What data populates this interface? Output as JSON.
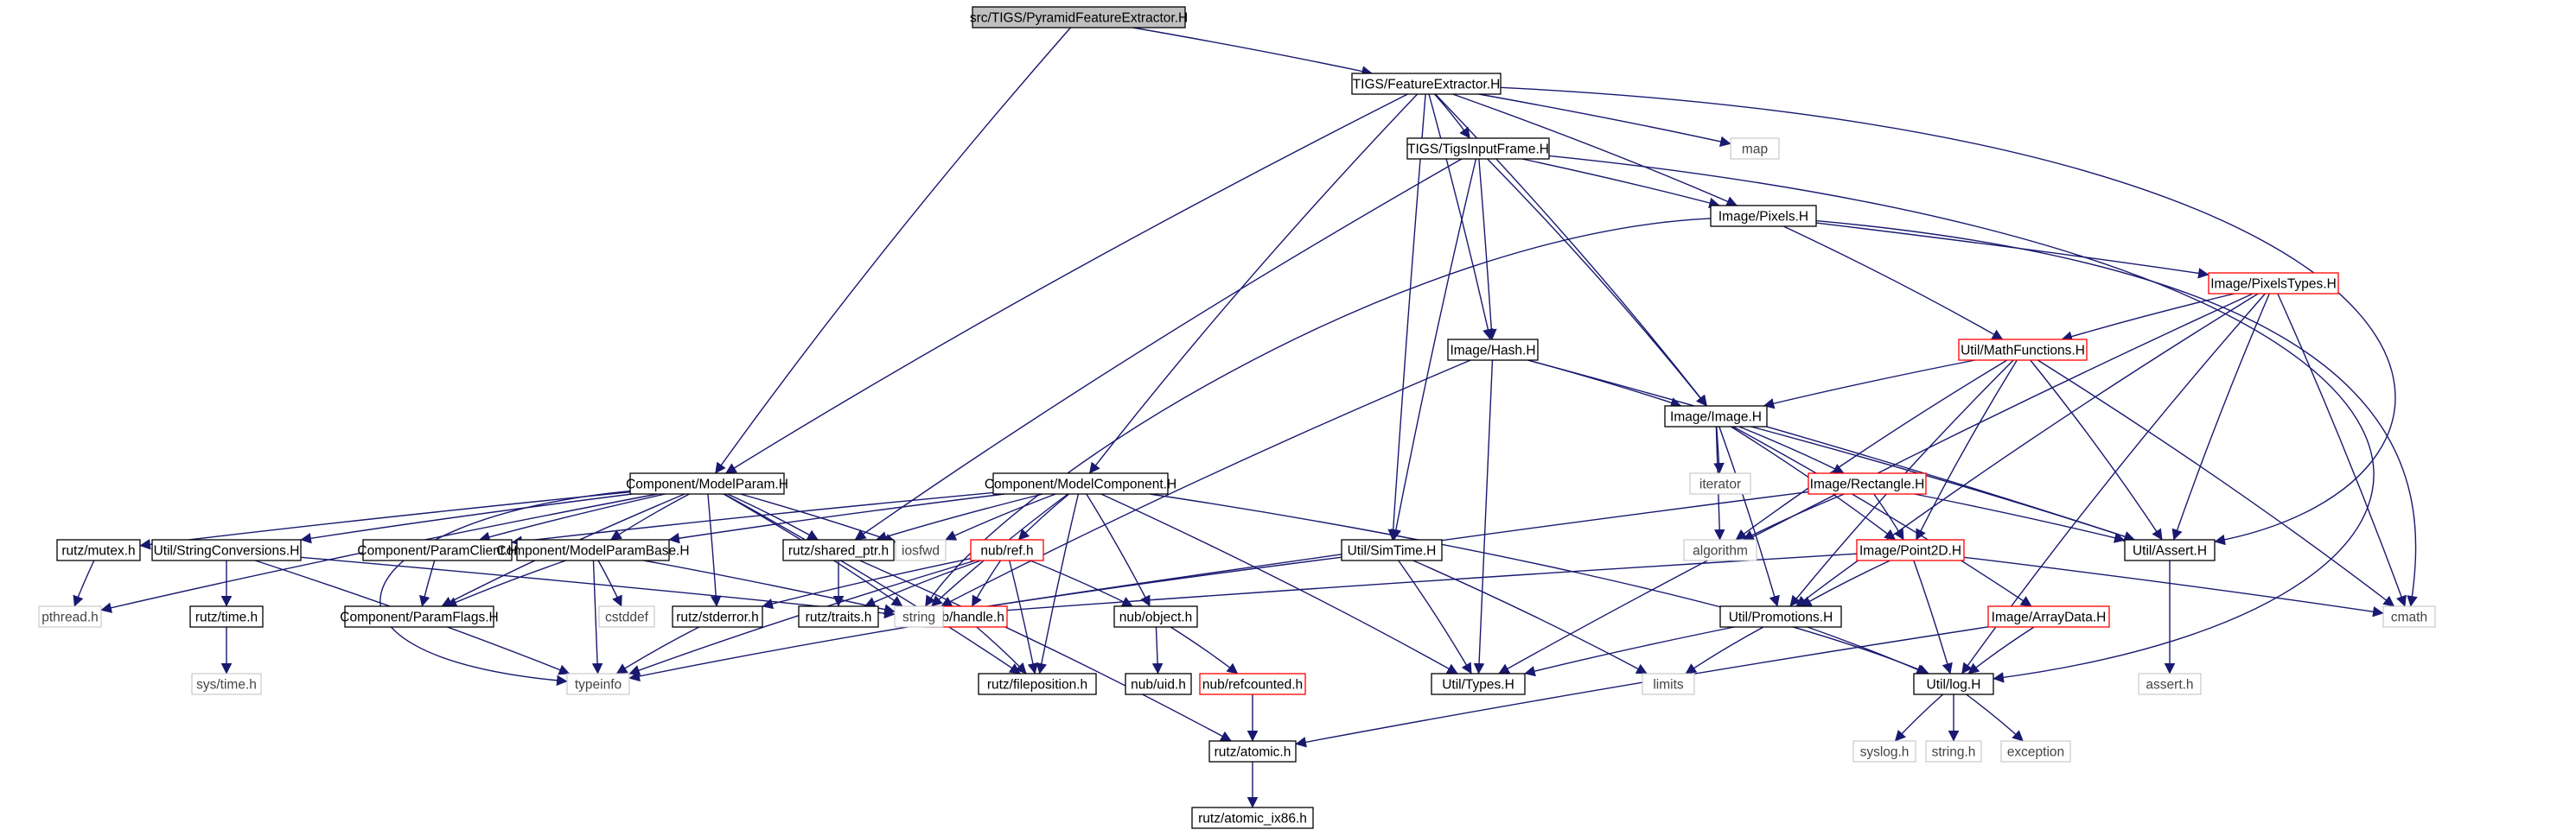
{
  "diagram": {
    "colors": {
      "edge": "#191970",
      "root_fill": "#bfbfbf",
      "node_border": "#000000",
      "truncated_border": "#ff0000",
      "external_border": "#bfbfbf",
      "background": "#ffffff"
    },
    "nodes": [
      {
        "id": "root",
        "label": "src/TIGS/PyramidFeatureExtractor.H",
        "style": "root"
      },
      {
        "id": "fe",
        "label": "TIGS/FeatureExtractor.H",
        "style": "normal"
      },
      {
        "id": "map",
        "label": "map",
        "style": "external"
      },
      {
        "id": "tif",
        "label": "TIGS/TigsInputFrame.H",
        "style": "normal"
      },
      {
        "id": "pixels",
        "label": "Image/Pixels.H",
        "style": "normal"
      },
      {
        "id": "pixtypes",
        "label": "Image/PixelsTypes.H",
        "style": "truncated"
      },
      {
        "id": "mathfn",
        "label": "Util/MathFunctions.H",
        "style": "truncated"
      },
      {
        "id": "hash",
        "label": "Image/Hash.H",
        "style": "normal"
      },
      {
        "id": "image",
        "label": "Image/Image.H",
        "style": "normal"
      },
      {
        "id": "modelparam",
        "label": "Component/ModelParam.H",
        "style": "normal"
      },
      {
        "id": "modelcomp",
        "label": "Component/ModelComponent.H",
        "style": "normal"
      },
      {
        "id": "iterator",
        "label": "iterator",
        "style": "external"
      },
      {
        "id": "rect",
        "label": "Image/Rectangle.H",
        "style": "truncated"
      },
      {
        "id": "mutex",
        "label": "rutz/mutex.h",
        "style": "normal"
      },
      {
        "id": "strconv",
        "label": "Util/StringConversions.H",
        "style": "normal"
      },
      {
        "id": "paramclient",
        "label": "Component/ParamClient.H",
        "style": "normal"
      },
      {
        "id": "mpbase",
        "label": "Component/ModelParamBase.H",
        "style": "normal"
      },
      {
        "id": "sharedptr",
        "label": "rutz/shared_ptr.h",
        "style": "normal"
      },
      {
        "id": "iosfwd",
        "label": "iosfwd",
        "style": "external"
      },
      {
        "id": "nubref",
        "label": "nub/ref.h",
        "style": "truncated"
      },
      {
        "id": "simtime",
        "label": "Util/SimTime.H",
        "style": "normal"
      },
      {
        "id": "algorithm",
        "label": "algorithm",
        "style": "external"
      },
      {
        "id": "point2d",
        "label": "Image/Point2D.H",
        "style": "truncated"
      },
      {
        "id": "assert",
        "label": "Util/Assert.H",
        "style": "normal"
      },
      {
        "id": "pthread",
        "label": "pthread.h",
        "style": "external"
      },
      {
        "id": "rutztime",
        "label": "rutz/time.h",
        "style": "normal"
      },
      {
        "id": "paramflags",
        "label": "Component/ParamFlags.H",
        "style": "normal"
      },
      {
        "id": "cstddef",
        "label": "cstddef",
        "style": "external"
      },
      {
        "id": "stderror",
        "label": "rutz/stderror.h",
        "style": "normal"
      },
      {
        "id": "traits",
        "label": "rutz/traits.h",
        "style": "normal"
      },
      {
        "id": "nubhandle",
        "label": "nub/handle.h",
        "style": "truncated"
      },
      {
        "id": "nubobject",
        "label": "nub/object.h",
        "style": "normal"
      },
      {
        "id": "string",
        "label": "string",
        "style": "external"
      },
      {
        "id": "promotions",
        "label": "Util/Promotions.H",
        "style": "normal"
      },
      {
        "id": "arraydata",
        "label": "Image/ArrayData.H",
        "style": "truncated"
      },
      {
        "id": "assert_h",
        "label": "assert.h",
        "style": "external"
      },
      {
        "id": "cmath",
        "label": "cmath",
        "style": "external"
      },
      {
        "id": "systime",
        "label": "sys/time.h",
        "style": "external"
      },
      {
        "id": "typeinfo",
        "label": "typeinfo",
        "style": "external"
      },
      {
        "id": "filepos",
        "label": "rutz/fileposition.h",
        "style": "normal"
      },
      {
        "id": "nubuid",
        "label": "nub/uid.h",
        "style": "normal"
      },
      {
        "id": "refcounted",
        "label": "nub/refcounted.h",
        "style": "truncated"
      },
      {
        "id": "types",
        "label": "Util/Types.H",
        "style": "normal"
      },
      {
        "id": "limits",
        "label": "limits",
        "style": "external"
      },
      {
        "id": "log",
        "label": "Util/log.H",
        "style": "normal"
      },
      {
        "id": "atomic",
        "label": "rutz/atomic.h",
        "style": "normal"
      },
      {
        "id": "syslog",
        "label": "syslog.h",
        "style": "external"
      },
      {
        "id": "stringh",
        "label": "string.h",
        "style": "external"
      },
      {
        "id": "exception",
        "label": "exception",
        "style": "external"
      },
      {
        "id": "atomic86",
        "label": "rutz/atomic_ix86.h",
        "style": "normal"
      }
    ],
    "edges": [
      [
        "root",
        "fe"
      ],
      [
        "root",
        "modelparam"
      ],
      [
        "fe",
        "map"
      ],
      [
        "fe",
        "tif"
      ],
      [
        "fe",
        "pixels"
      ],
      [
        "fe",
        "hash"
      ],
      [
        "fe",
        "image"
      ],
      [
        "fe",
        "modelparam"
      ],
      [
        "fe",
        "modelcomp"
      ],
      [
        "fe",
        "simtime"
      ],
      [
        "fe",
        "assert"
      ],
      [
        "tif",
        "pixels"
      ],
      [
        "tif",
        "hash"
      ],
      [
        "tif",
        "image"
      ],
      [
        "tif",
        "simtime"
      ],
      [
        "tif",
        "sharedptr"
      ],
      [
        "tif",
        "log"
      ],
      [
        "pixels",
        "pixtypes"
      ],
      [
        "pixels",
        "mathfn"
      ],
      [
        "pixels",
        "string"
      ],
      [
        "pixels",
        "cmath"
      ],
      [
        "pixtypes",
        "mathfn"
      ],
      [
        "pixtypes",
        "assert"
      ],
      [
        "pixtypes",
        "promotions"
      ],
      [
        "pixtypes",
        "cmath"
      ],
      [
        "pixtypes",
        "log"
      ],
      [
        "pixtypes",
        "types"
      ],
      [
        "mathfn",
        "image"
      ],
      [
        "mathfn",
        "assert"
      ],
      [
        "mathfn",
        "algorithm"
      ],
      [
        "mathfn",
        "point2d"
      ],
      [
        "mathfn",
        "promotions"
      ],
      [
        "mathfn",
        "cmath"
      ],
      [
        "hash",
        "image"
      ],
      [
        "hash",
        "assert"
      ],
      [
        "hash",
        "string"
      ],
      [
        "hash",
        "types"
      ],
      [
        "image",
        "iterator"
      ],
      [
        "image",
        "rect"
      ],
      [
        "image",
        "algorithm"
      ],
      [
        "image",
        "point2d"
      ],
      [
        "image",
        "assert"
      ],
      [
        "image",
        "promotions"
      ],
      [
        "image",
        "arraydata"
      ],
      [
        "rect",
        "point2d"
      ],
      [
        "rect",
        "assert"
      ],
      [
        "rect",
        "algorithm"
      ],
      [
        "rect",
        "string"
      ],
      [
        "point2d",
        "promotions"
      ],
      [
        "point2d",
        "log"
      ],
      [
        "point2d",
        "cmath"
      ],
      [
        "point2d",
        "string"
      ],
      [
        "promotions",
        "types"
      ],
      [
        "promotions",
        "log"
      ],
      [
        "promotions",
        "limits"
      ],
      [
        "arraydata",
        "log"
      ],
      [
        "arraydata",
        "atomic"
      ],
      [
        "assert",
        "assert_h"
      ],
      [
        "log",
        "syslog"
      ],
      [
        "log",
        "stringh"
      ],
      [
        "log",
        "exception"
      ],
      [
        "simtime",
        "string"
      ],
      [
        "simtime",
        "types"
      ],
      [
        "simtime",
        "limits"
      ],
      [
        "modelparam",
        "mutex"
      ],
      [
        "modelparam",
        "strconv"
      ],
      [
        "modelparam",
        "paramclient"
      ],
      [
        "modelparam",
        "mpbase"
      ],
      [
        "modelparam",
        "sharedptr"
      ],
      [
        "modelparam",
        "iosfwd"
      ],
      [
        "modelparam",
        "stderror"
      ],
      [
        "modelparam",
        "paramflags"
      ],
      [
        "modelparam",
        "filepos"
      ],
      [
        "modelparam",
        "string"
      ],
      [
        "modelparam",
        "pthread"
      ],
      [
        "modelparam",
        "typeinfo"
      ],
      [
        "mutex",
        "pthread"
      ],
      [
        "strconv",
        "rutztime"
      ],
      [
        "strconv",
        "string"
      ],
      [
        "strconv",
        "typeinfo"
      ],
      [
        "rutztime",
        "systime"
      ],
      [
        "paramclient",
        "paramflags"
      ],
      [
        "mpbase",
        "paramflags"
      ],
      [
        "mpbase",
        "cstddef"
      ],
      [
        "mpbase",
        "string"
      ],
      [
        "mpbase",
        "typeinfo"
      ],
      [
        "sharedptr",
        "traits"
      ],
      [
        "sharedptr",
        "atomic"
      ],
      [
        "stderror",
        "typeinfo"
      ],
      [
        "modelcomp",
        "paramclient"
      ],
      [
        "modelcomp",
        "mpbase"
      ],
      [
        "modelcomp",
        "sharedptr"
      ],
      [
        "modelcomp",
        "iosfwd"
      ],
      [
        "modelcomp",
        "nubref"
      ],
      [
        "modelcomp",
        "nubobject"
      ],
      [
        "modelcomp",
        "string"
      ],
      [
        "modelcomp",
        "types"
      ],
      [
        "modelcomp",
        "log"
      ],
      [
        "modelcomp",
        "filepos"
      ],
      [
        "nubref",
        "nubhandle"
      ],
      [
        "nubref",
        "nubobject"
      ],
      [
        "nubref",
        "stderror"
      ],
      [
        "nubref",
        "traits"
      ],
      [
        "nubref",
        "filepos"
      ],
      [
        "nubref",
        "typeinfo"
      ],
      [
        "nubhandle",
        "filepos"
      ],
      [
        "nubhandle",
        "typeinfo"
      ],
      [
        "nubobject",
        "nubuid"
      ],
      [
        "nubobject",
        "refcounted"
      ],
      [
        "refcounted",
        "atomic"
      ],
      [
        "atomic",
        "atomic86"
      ]
    ]
  }
}
